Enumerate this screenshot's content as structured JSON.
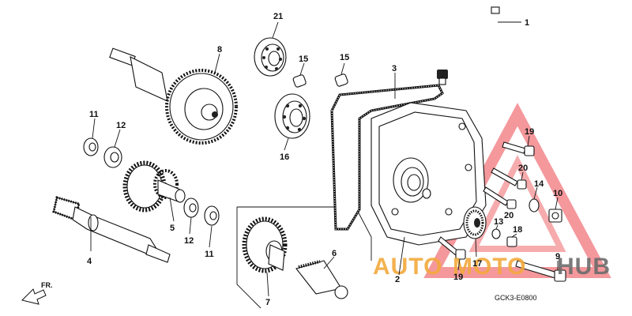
{
  "diagram": {
    "code": "GCK3-E0800",
    "direction_label": "FR.",
    "callouts": [
      {
        "id": "c1",
        "label": "1"
      },
      {
        "id": "c2",
        "label": "2"
      },
      {
        "id": "c3",
        "label": "3"
      },
      {
        "id": "c4",
        "label": "4"
      },
      {
        "id": "c5",
        "label": "5"
      },
      {
        "id": "c6",
        "label": "6"
      },
      {
        "id": "c7",
        "label": "7"
      },
      {
        "id": "c8",
        "label": "8"
      },
      {
        "id": "c9",
        "label": "9"
      },
      {
        "id": "c10",
        "label": "10"
      },
      {
        "id": "c11a",
        "label": "11"
      },
      {
        "id": "c11b",
        "label": "11"
      },
      {
        "id": "c12a",
        "label": "12"
      },
      {
        "id": "c12b",
        "label": "12"
      },
      {
        "id": "c13",
        "label": "13"
      },
      {
        "id": "c14",
        "label": "14"
      },
      {
        "id": "c15a",
        "label": "15"
      },
      {
        "id": "c15b",
        "label": "15"
      },
      {
        "id": "c16",
        "label": "16"
      },
      {
        "id": "c17",
        "label": "17"
      },
      {
        "id": "c18",
        "label": "18"
      },
      {
        "id": "c19a",
        "label": "19"
      },
      {
        "id": "c19b",
        "label": "19"
      },
      {
        "id": "c20a",
        "label": "20"
      },
      {
        "id": "c20b",
        "label": "20"
      },
      {
        "id": "c21",
        "label": "21"
      }
    ]
  },
  "watermark": {
    "part1": "AUTO",
    "part2": "MOTO",
    "part3": "HUB",
    "color_red": "#e8232a",
    "color_orange": "#f2a93b",
    "color_gray": "#6b6b6b"
  }
}
